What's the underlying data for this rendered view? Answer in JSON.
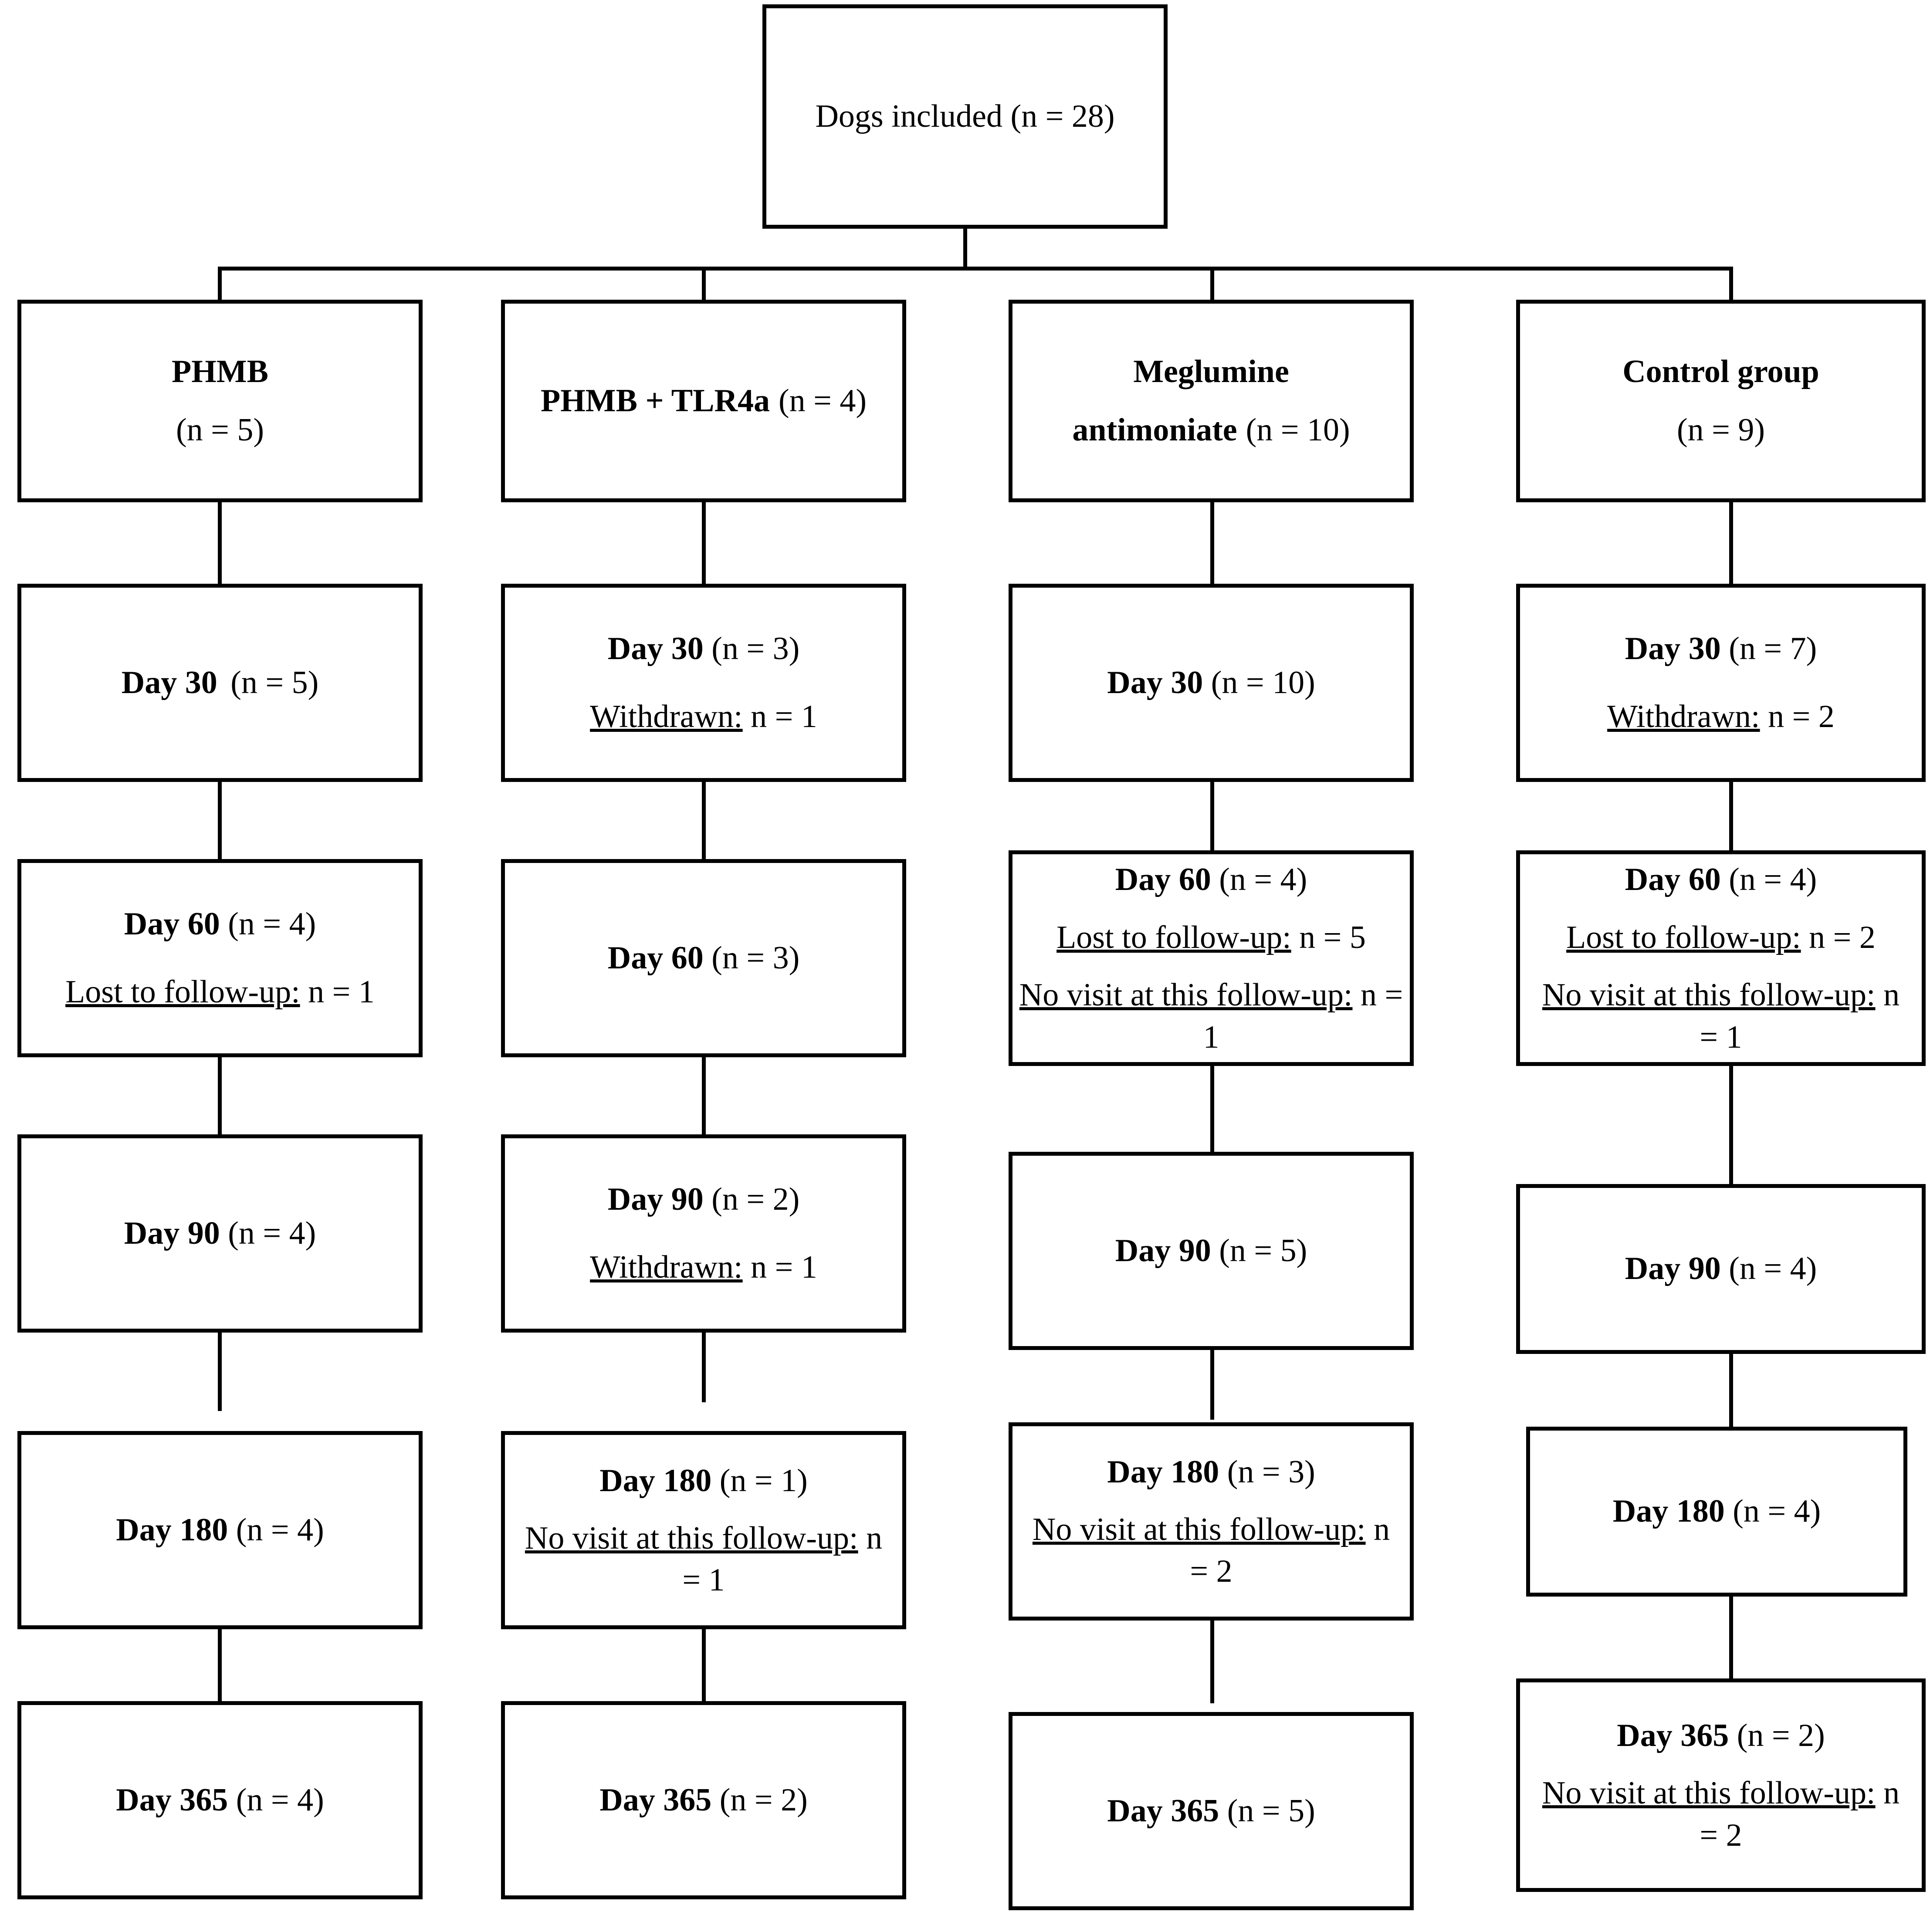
{
  "diagram": {
    "title_node": {
      "text": "Dogs included (n = 28)"
    },
    "groups": [
      {
        "name_bold": "PHMB",
        "name_plain": "(n = 5)",
        "column_label": "phmb"
      },
      {
        "name_bold": "PHMB + TLR4a",
        "name_plain": "(n = 4)",
        "column_label": "phmb-tlr4a"
      },
      {
        "name_bold": "Meglumine antimoniate",
        "name_plain": "(n = 10)",
        "column_label": "meglumine-antimoniate"
      },
      {
        "name_bold": "Control group",
        "name_plain": "(n = 9)",
        "column_label": "control-group"
      }
    ],
    "timepoints": [
      {
        "row": "day-30",
        "cells": [
          {
            "day_bold": "Day 30",
            "day_count": " (n = 5)",
            "notes": []
          },
          {
            "day_bold": "Day 30",
            "day_count": " (n = 3)",
            "notes": [
              {
                "label": "Withdrawn:",
                "value": " n = 1"
              }
            ]
          },
          {
            "day_bold": "Day 30",
            "day_count": " (n = 10)",
            "notes": []
          },
          {
            "day_bold": "Day 30",
            "day_count": " (n = 7)",
            "notes": [
              {
                "label": "Withdrawn:",
                "value": " n = 2"
              }
            ]
          }
        ]
      },
      {
        "row": "day-60",
        "cells": [
          {
            "day_bold": "Day 60",
            "day_count": " (n = 4)",
            "notes": [
              {
                "label": "Lost to follow-up:",
                "value": " n = 1"
              }
            ]
          },
          {
            "day_bold": "Day 60",
            "day_count": " (n = 3)",
            "notes": []
          },
          {
            "day_bold": "Day 60",
            "day_count": " (n = 4)",
            "notes": [
              {
                "label": "Lost to follow-up:",
                "value": " n = 5"
              },
              {
                "label": "No visit at this follow-up:",
                "value": " n = 1"
              }
            ]
          },
          {
            "day_bold": "Day 60",
            "day_count": " (n = 4)",
            "notes": [
              {
                "label": "Lost to follow-up:",
                "value": " n = 2"
              },
              {
                "label": "No visit at this follow-up:",
                "value": " n = 1"
              }
            ]
          }
        ]
      },
      {
        "row": "day-90",
        "cells": [
          {
            "day_bold": "Day 90",
            "day_count": " (n = 4)",
            "notes": []
          },
          {
            "day_bold": "Day 90",
            "day_count": " (n = 2)",
            "notes": [
              {
                "label": "Withdrawn:",
                "value": " n = 1"
              }
            ]
          },
          {
            "day_bold": "Day 90",
            "day_count": " (n = 5)",
            "notes": []
          },
          {
            "day_bold": "Day 90",
            "day_count": " (n = 4)",
            "notes": []
          }
        ]
      },
      {
        "row": "day-180",
        "cells": [
          {
            "day_bold": "Day 180",
            "day_count": " (n = 4)",
            "notes": []
          },
          {
            "day_bold": "Day 180",
            "day_count": " (n = 1)",
            "notes": [
              {
                "label": "No visit at this follow-up:",
                "value": " n = 1"
              }
            ]
          },
          {
            "day_bold": "Day 180",
            "day_count": " (n = 3)",
            "notes": [
              {
                "label": "No visit at this follow-up:",
                "value": " n = 2"
              }
            ]
          },
          {
            "day_bold": "Day 180",
            "day_count": " (n = 4)",
            "notes": []
          }
        ]
      },
      {
        "row": "day-365",
        "cells": [
          {
            "day_bold": "Day 365",
            "day_count": " (n = 4)",
            "notes": []
          },
          {
            "day_bold": "Day 365",
            "day_count": " (n = 2)",
            "notes": []
          },
          {
            "day_bold": "Day 365",
            "day_count": " (n = 5)",
            "notes": []
          },
          {
            "day_bold": "Day 365",
            "day_count": " (n = 2)",
            "notes": [
              {
                "label": "No visit at this follow-up:",
                "value": " n = 2"
              }
            ]
          }
        ]
      }
    ]
  }
}
